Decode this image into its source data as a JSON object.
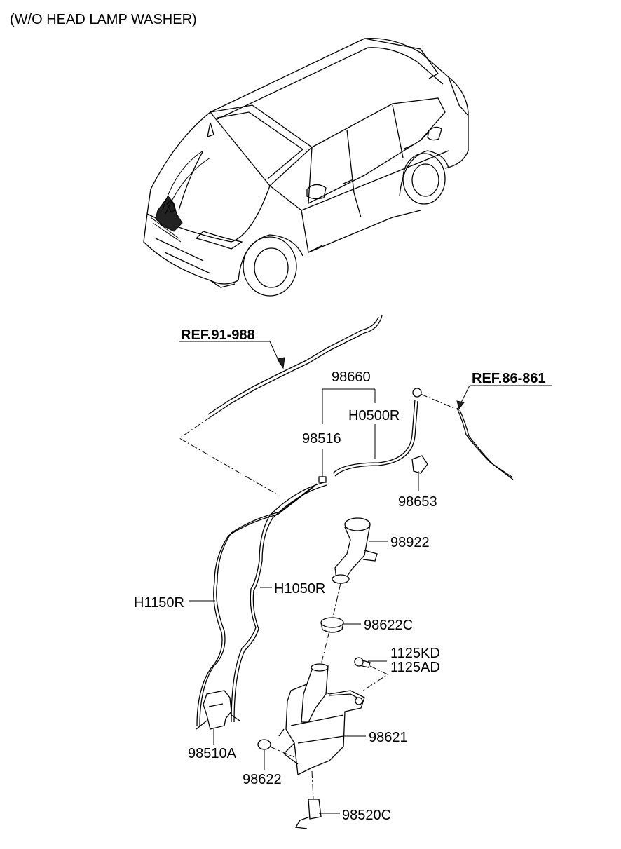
{
  "header": {
    "title": "(W/O HEAD LAMP WASHER)"
  },
  "refs": {
    "ref1": "REF.91-988",
    "ref2": "REF.86-861"
  },
  "parts": {
    "p98660": "98660",
    "pH0500R": "H0500R",
    "p98516": "98516",
    "p98653": "98653",
    "p98922": "98922",
    "pH1050R": "H1050R",
    "pH1150R": "H1150R",
    "p98622C": "98622C",
    "p1125KD": "1125KD",
    "p1125AD": "1125AD",
    "p98621": "98621",
    "p98510A": "98510A",
    "p98622": "98622",
    "p98520C": "98520C"
  }
}
